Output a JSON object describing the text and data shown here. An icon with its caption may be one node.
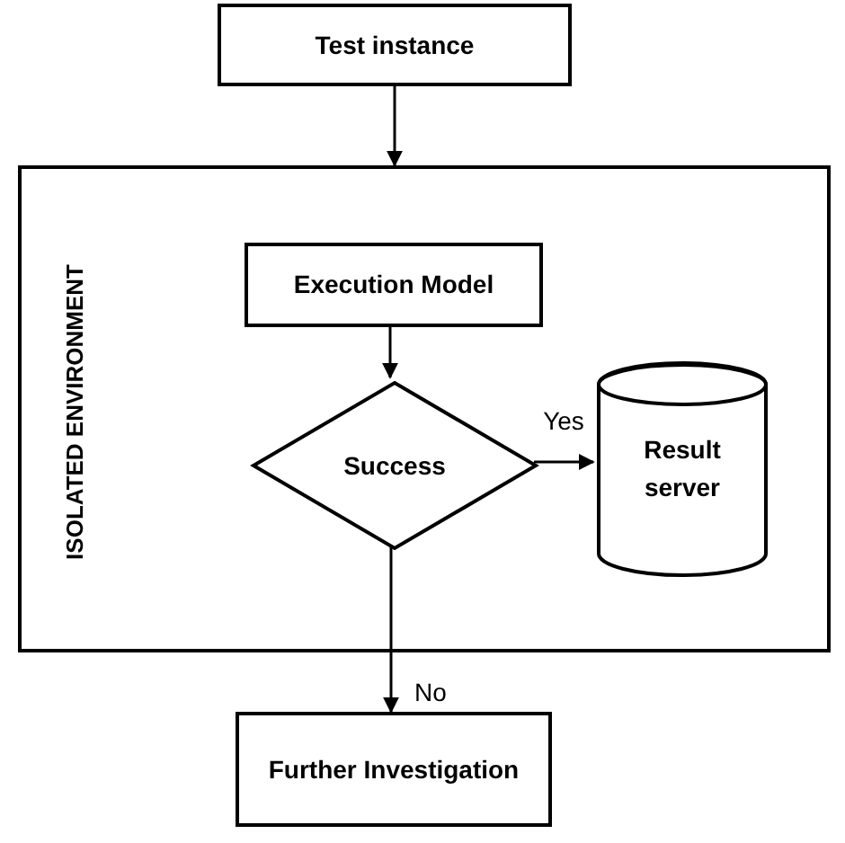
{
  "diagram": {
    "nodes": [
      {
        "text": [
          "Test instance"
        ]
      },
      {
        "text": [
          "ISOLATED ENVIRONMENT"
        ]
      },
      {
        "text": [
          "Execution Model"
        ],
        "in": 1
      },
      {
        "text": [
          "Success"
        ],
        "in": 1
      },
      {
        "text": [
          "Result server"
        ],
        "in": 1
      },
      {
        "text": [
          "Further Investigation"
        ]
      }
    ],
    "edges": [
      {
        "from": 0,
        "to": 1,
        "arrow": "to"
      },
      {
        "from": 2,
        "to": 3,
        "arrow": "to"
      },
      {
        "from": 3,
        "to": 4,
        "arrow": "to",
        "label": "Yes"
      },
      {
        "from": 3,
        "to": 5,
        "arrow": "to",
        "label": "No"
      }
    ]
  }
}
